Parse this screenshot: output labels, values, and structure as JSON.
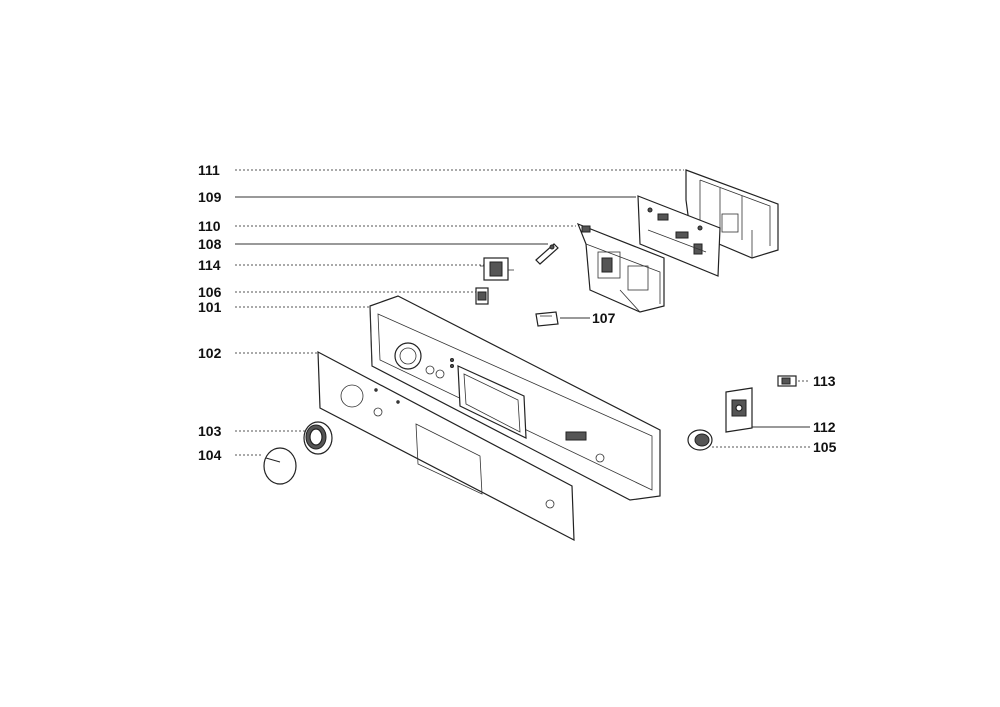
{
  "labels": {
    "p111": "111",
    "p109": "109",
    "p110": "110",
    "p108": "108",
    "p114": "114",
    "p106": "106",
    "p101": "101",
    "p107": "107",
    "p102": "102",
    "p113": "113",
    "p112": "112",
    "p103": "103",
    "p104": "104",
    "p105": "105"
  }
}
